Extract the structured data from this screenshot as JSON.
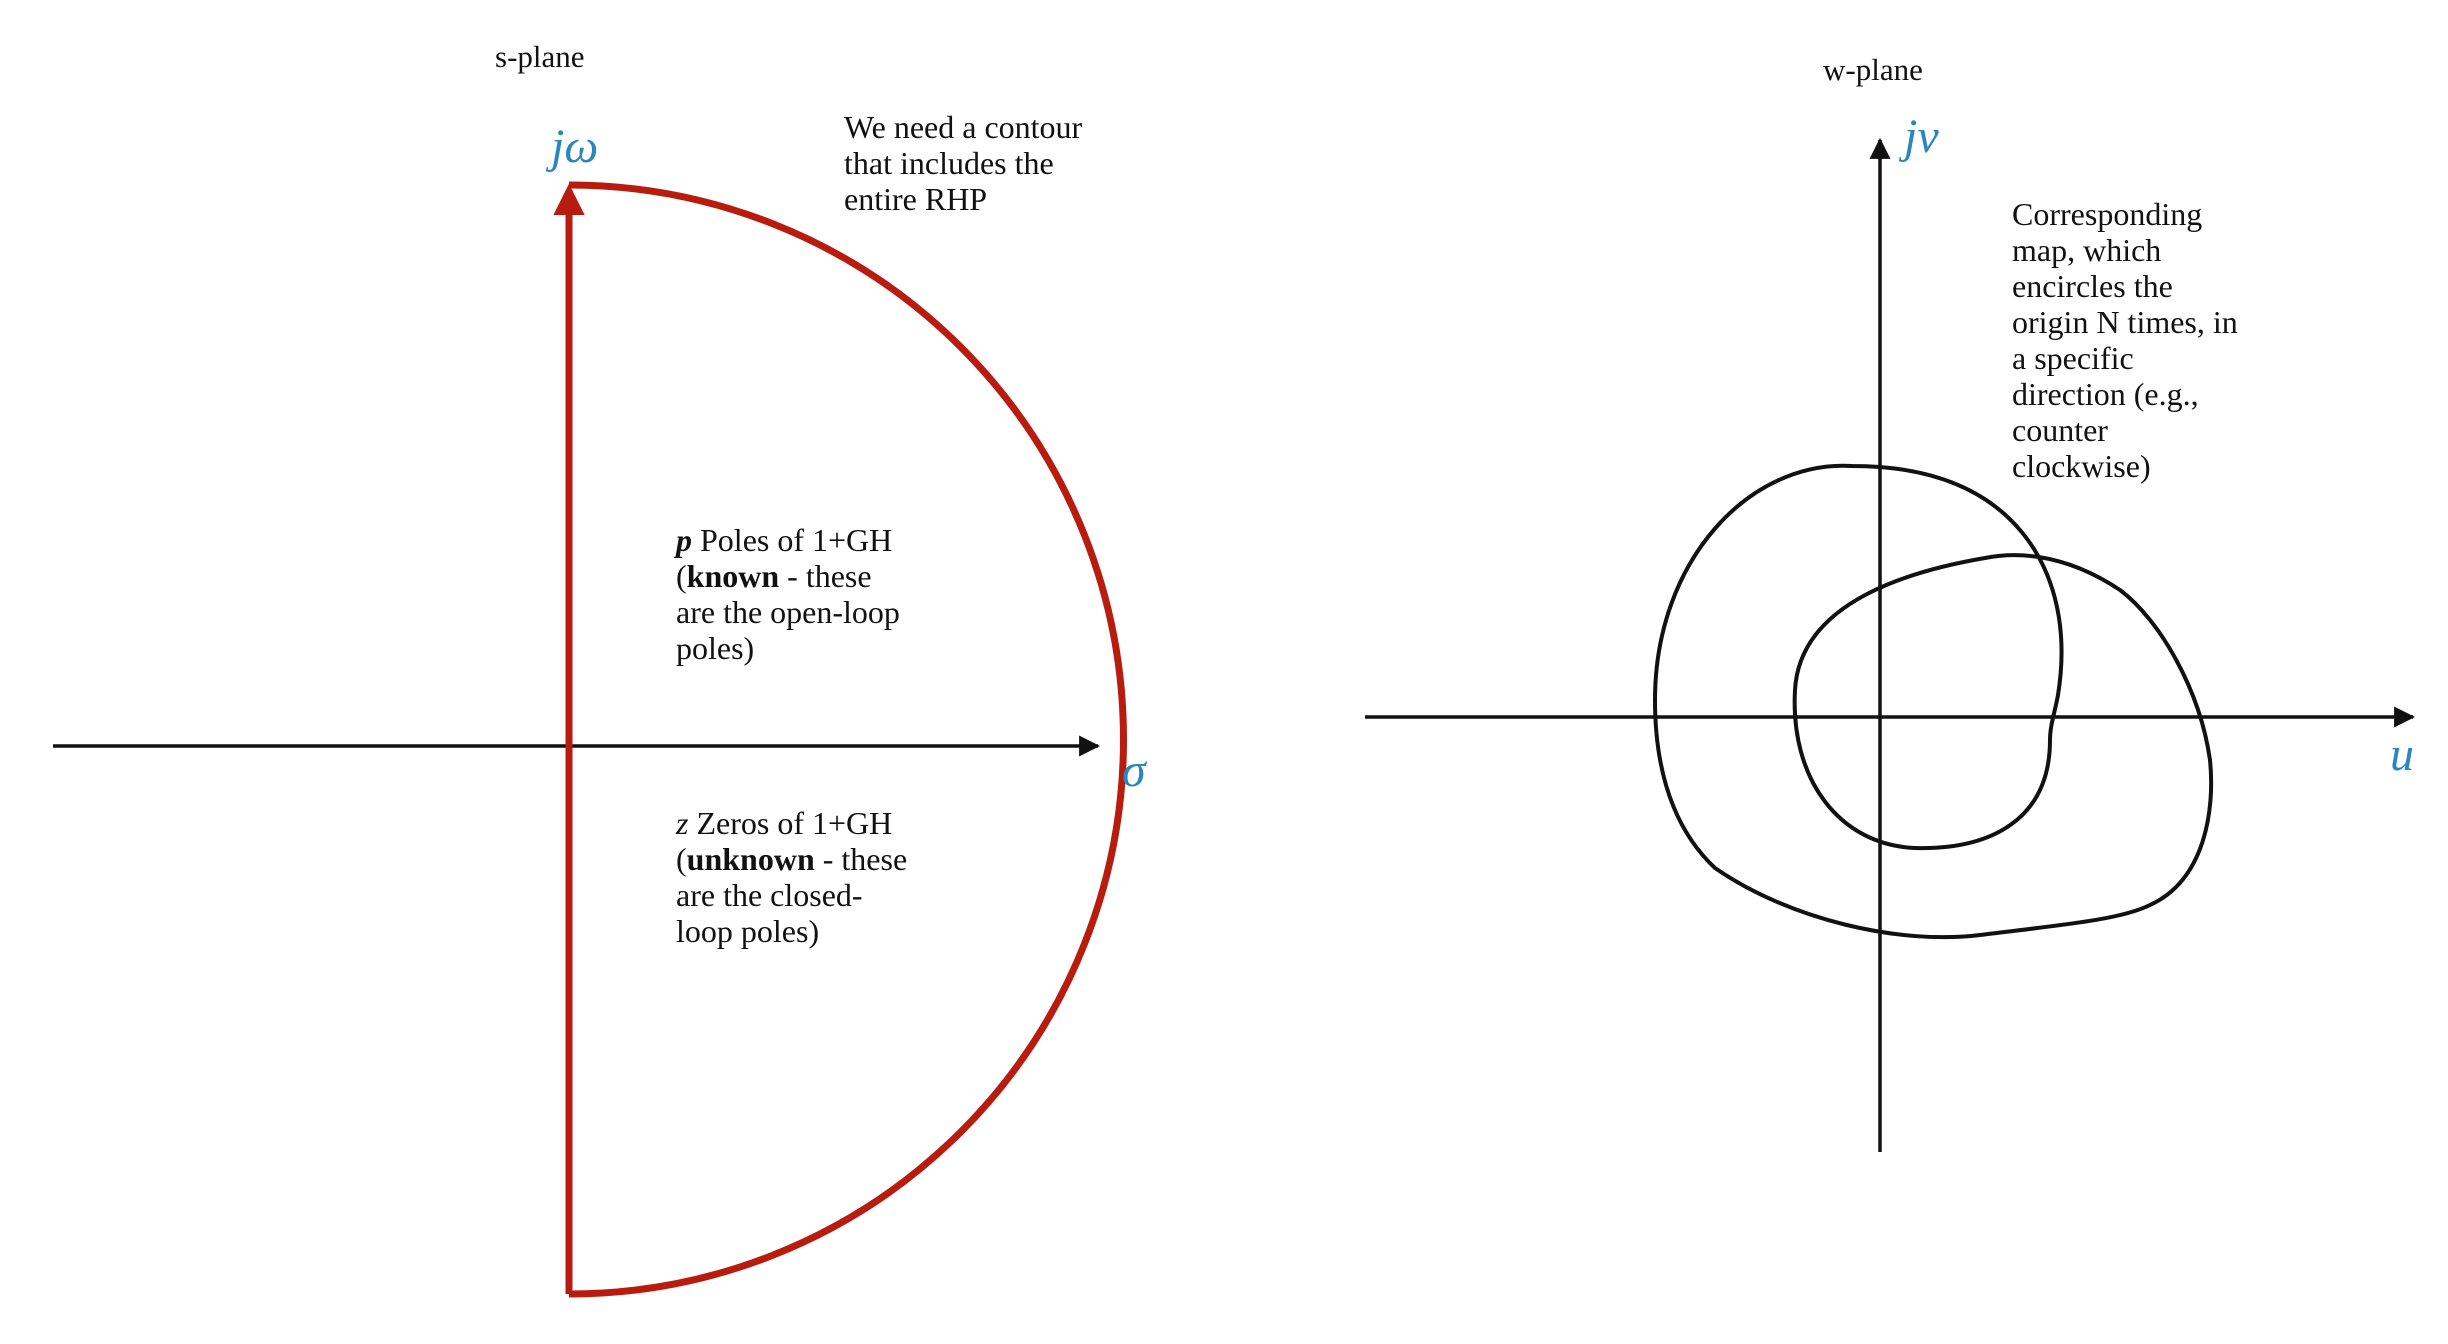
{
  "colors": {
    "contour": "#b81c0e",
    "axis_label": "#2a86bf",
    "ink": "#111111"
  },
  "s_plane": {
    "title": "s-plane",
    "imag_axis_label": "jω",
    "real_axis_label": "σ",
    "note": [
      "We need a contour",
      "that includes the",
      "entire RHP"
    ],
    "poles_text": {
      "line1_var": "p",
      "line1_rest": " Poles of 1+GH",
      "line2_open": "(",
      "line2_bold": "known",
      "line2_rest": " - these",
      "line3": "are the open-loop",
      "line4": "poles)"
    },
    "zeros_text": {
      "line1_var": "z",
      "line1_rest": " Zeros of 1+GH",
      "line2_open": "(",
      "line2_bold": "unknown",
      "line2_rest": " - these",
      "line3": "are the closed-",
      "line4": "loop poles)"
    }
  },
  "w_plane": {
    "title": "w-plane",
    "imag_axis_label": "jv",
    "real_axis_label": "u",
    "note": [
      "Corresponding",
      "map, which",
      "encircles the",
      "origin N times, in",
      "a specific",
      "direction (e.g.,",
      "counter",
      "clockwise)"
    ]
  }
}
